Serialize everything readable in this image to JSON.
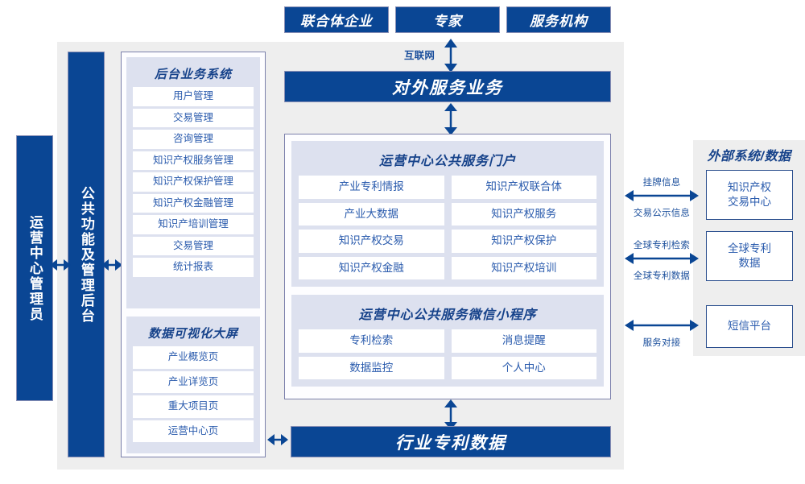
{
  "top_actors": [
    {
      "label": "联合体企业"
    },
    {
      "label": "专家"
    },
    {
      "label": "服务机构"
    }
  ],
  "internet_label": "互联网",
  "external_service_bar": "对外服务业务",
  "industry_patent_data_bar": "行业专利数据",
  "left_columns": [
    {
      "label": "运营中心管理员"
    },
    {
      "label": "公共功能及管理后台"
    }
  ],
  "left_modules": {
    "groups": [
      {
        "title": "后台业务系统",
        "items": [
          "用户管理",
          "交易管理",
          "咨询管理",
          "知识产权服务管理",
          "知识产权保护管理",
          "知识产权金融管理",
          "知识产培训管理",
          "交易管理",
          "统计报表"
        ]
      },
      {
        "title": "数据可视化大屏",
        "items": [
          "产业概览页",
          "产业详览页",
          "重大项目页",
          "运营中心页"
        ]
      }
    ]
  },
  "center": {
    "portal": {
      "title": "运营中心公共服务门户",
      "rows": [
        [
          "产业专利情报",
          "知识产权联合体"
        ],
        [
          "产业大数据",
          "知识产权服务"
        ],
        [
          "知识产权交易",
          "知识产权保护"
        ],
        [
          "知识产权金融",
          "知识产权培训"
        ]
      ]
    },
    "miniprogram": {
      "title": "运营中心公共服务微信小程序",
      "rows": [
        [
          "专利检索",
          "消息提醒"
        ],
        [
          "数据监控",
          "个人中心"
        ]
      ]
    }
  },
  "external": {
    "title": "外部系统/数据",
    "systems": [
      {
        "label": "知识产权\n交易中心",
        "line1": "知识产权",
        "line2": "交易中心"
      },
      {
        "label": "全球专利\n数据",
        "line1": "全球专利",
        "line2": "数据"
      },
      {
        "label": "短信平台",
        "line1": "短信平台",
        "line2": ""
      }
    ],
    "connectors": [
      {
        "above": "挂牌信息",
        "below": "交易公示信息"
      },
      {
        "above": "全球专利检索",
        "below": "全球专利数据"
      },
      {
        "above": "",
        "below": "服务对接"
      }
    ]
  },
  "colors": {
    "brand_blue": "#0A4694",
    "panel_lavender": "#dde1ef",
    "frame_gray": "#eeeeee",
    "border_purple": "#7b80ab",
    "text_blue": "#2a5bad"
  }
}
